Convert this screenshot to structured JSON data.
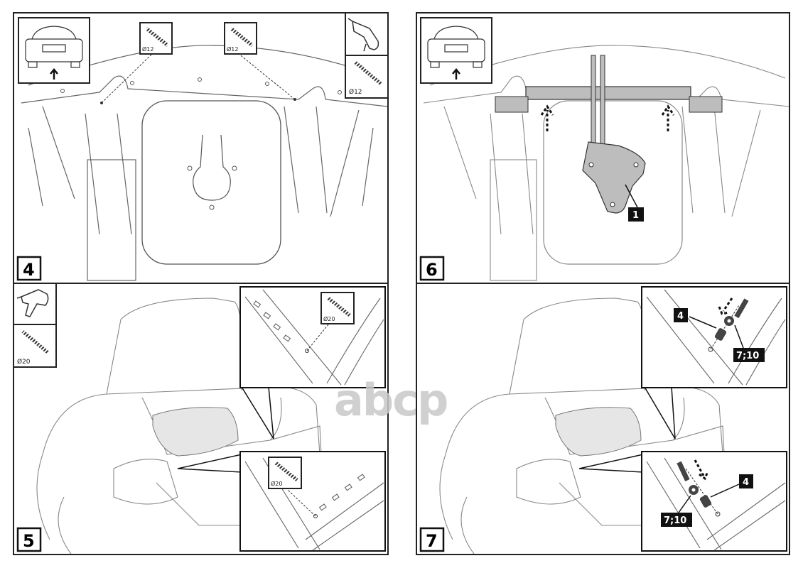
{
  "steps": {
    "s4": {
      "number": "4",
      "drill_labels": [
        "Ø12",
        "Ø12",
        "Ø12"
      ]
    },
    "s5": {
      "number": "5",
      "drill_labels": [
        "Ø20",
        "Ø20",
        "Ø20"
      ]
    },
    "s6": {
      "number": "6",
      "callout": "1"
    },
    "s7": {
      "number": "7",
      "callouts": [
        "4",
        "7;10",
        "4",
        "7;10"
      ]
    }
  },
  "watermark": "abcp",
  "colors": {
    "line": "#555555",
    "frame": "#222222",
    "part": "#bdbdbd",
    "callout_bg": "#111111"
  }
}
